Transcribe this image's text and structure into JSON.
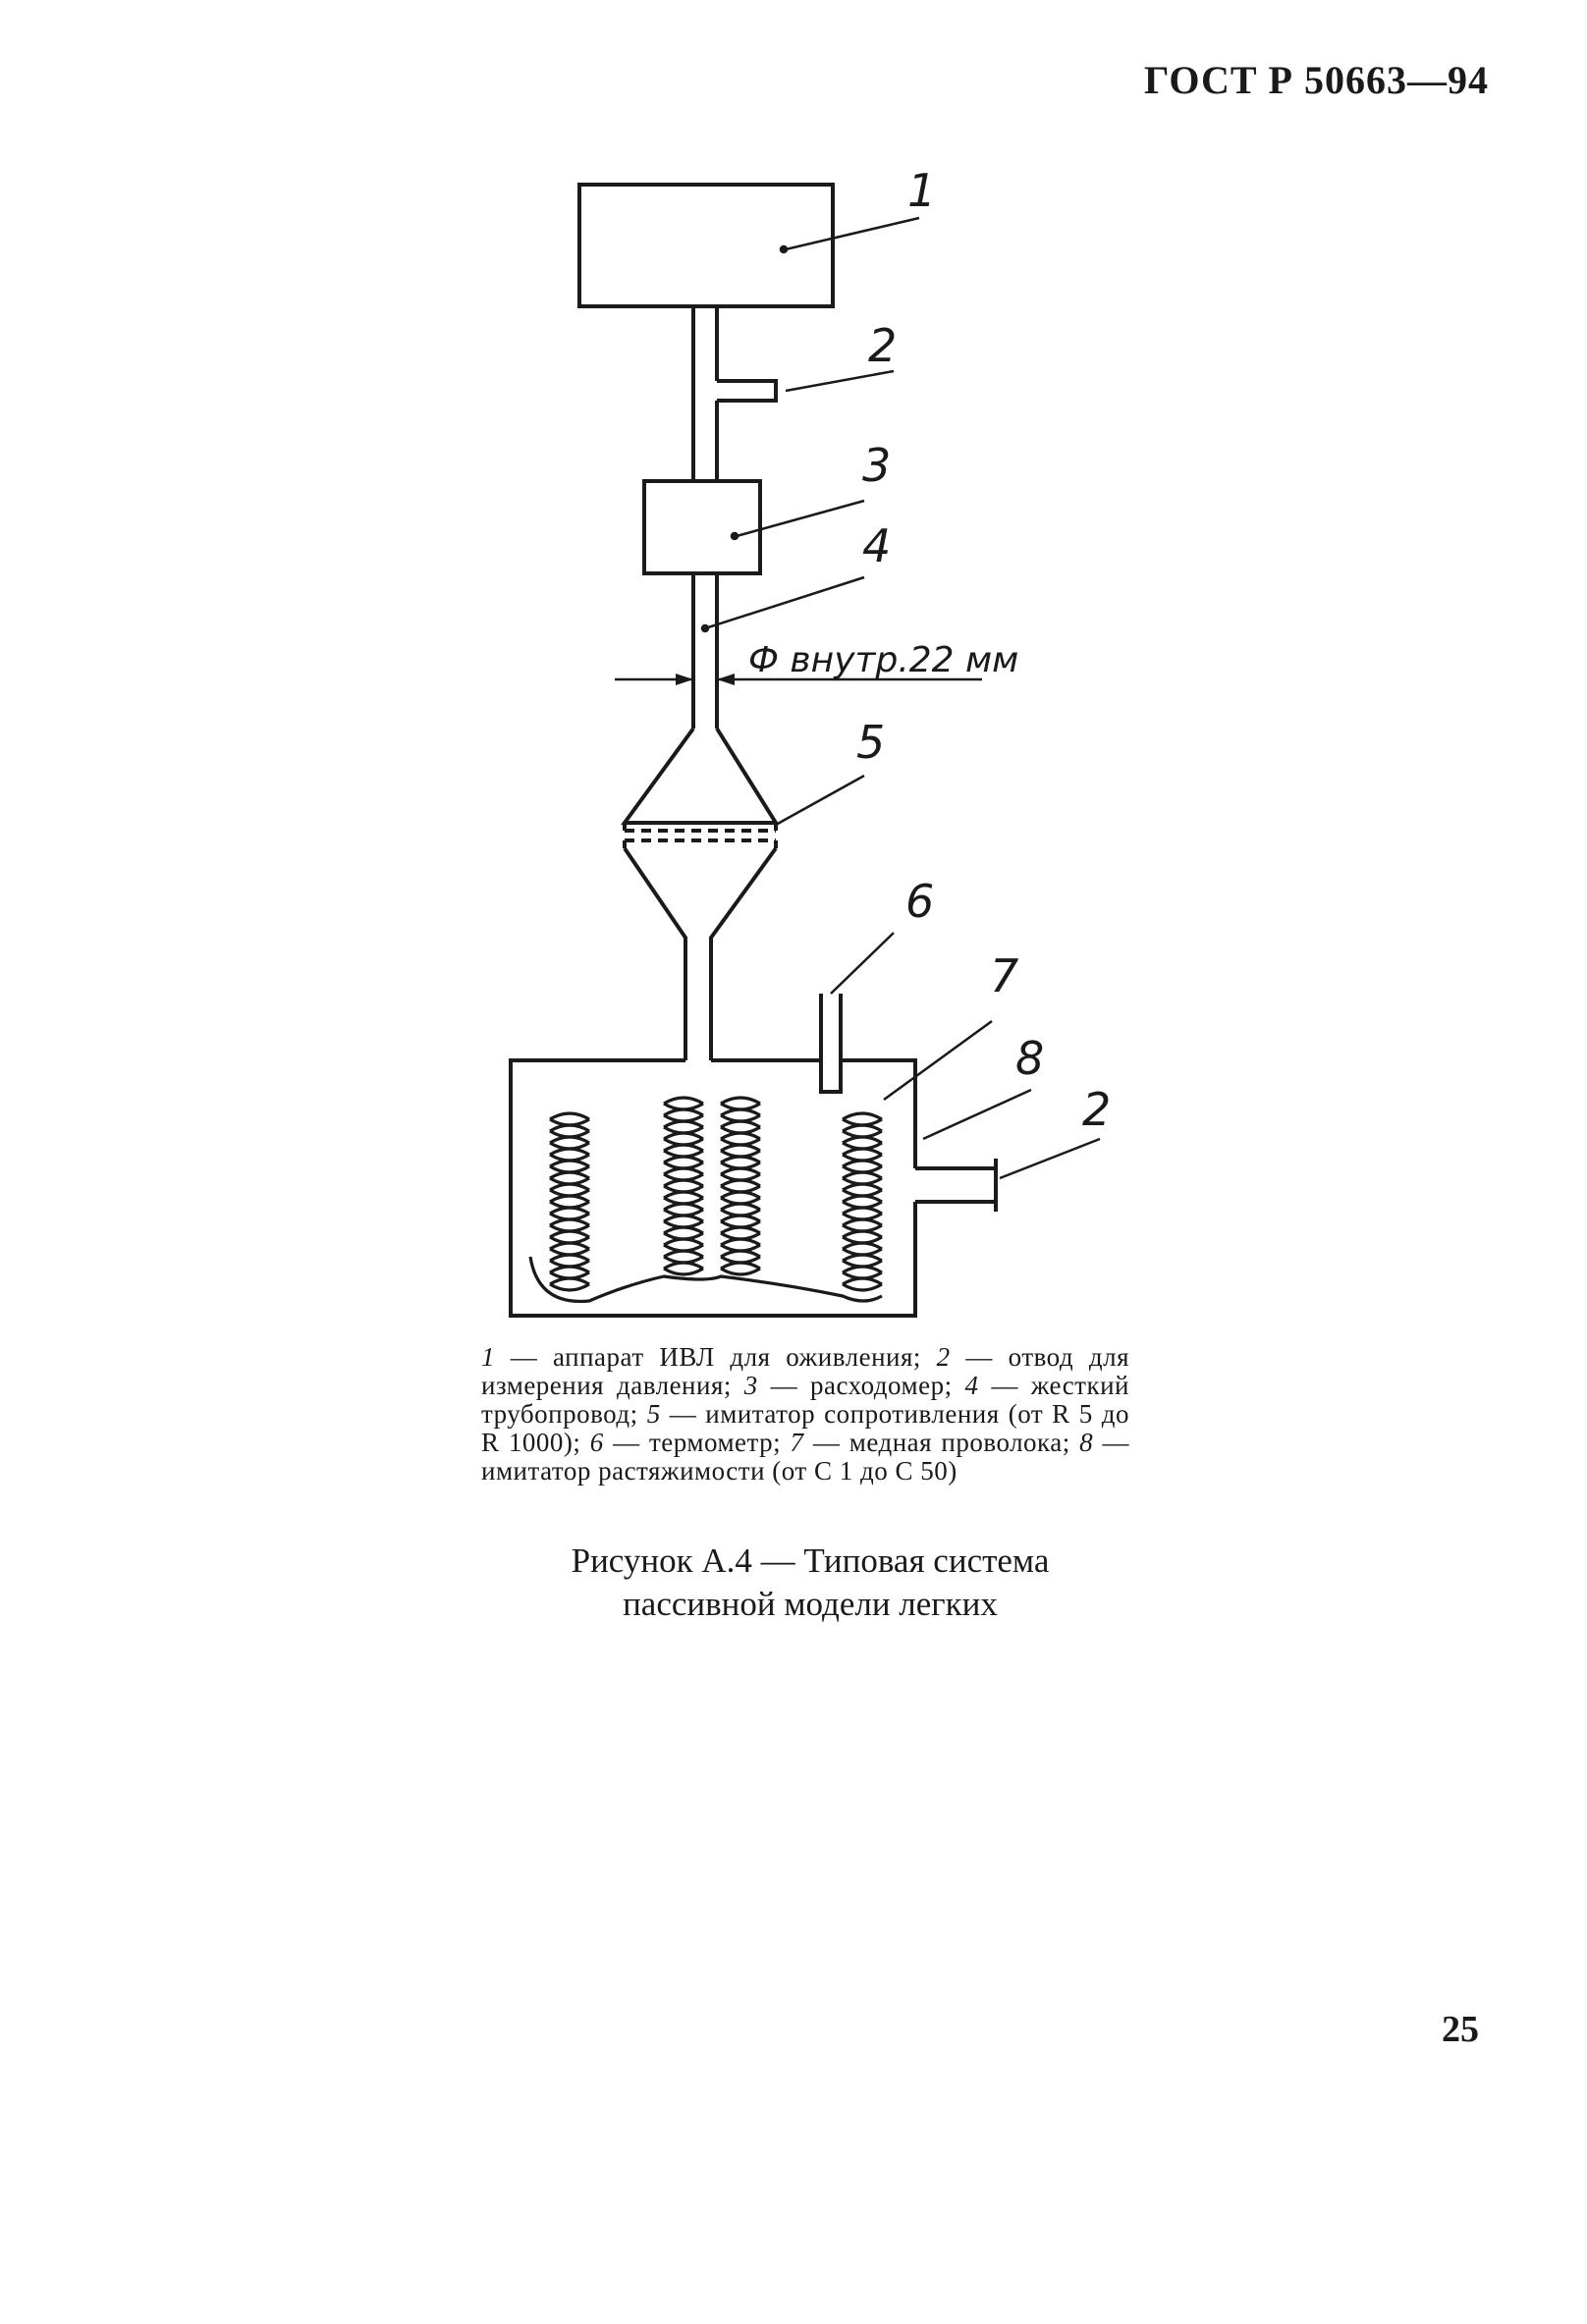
{
  "header": {
    "doc_id": "ГОСТ Р 50663—94"
  },
  "diagram": {
    "labels": [
      "1",
      "2",
      "3",
      "4",
      "5",
      "6",
      "7",
      "8",
      "2"
    ],
    "dimension": "Ф внутр.22 мм"
  },
  "legend": {
    "items": [
      {
        "num": "1",
        "text": "— аппарат ИВЛ для оживления;"
      },
      {
        "num": "2",
        "text": "— отвод для измерения давления;"
      },
      {
        "num": "3",
        "text": "— расходомер;"
      },
      {
        "num": "4",
        "text": "— жесткий трубопровод;"
      },
      {
        "num": "5",
        "text": "— имитатор сопротивления (от R 5 до R 1000);"
      },
      {
        "num": "6",
        "text": "— термометр;"
      },
      {
        "num": "7",
        "text": "— медная проволока;"
      },
      {
        "num": "8",
        "text": "— имитатор растяжимости (от С 1 до С 50)"
      }
    ]
  },
  "caption": {
    "line1": "Рисунок А.4 — Типовая система",
    "line2": "пассивной модели легких"
  },
  "page_number": "25"
}
